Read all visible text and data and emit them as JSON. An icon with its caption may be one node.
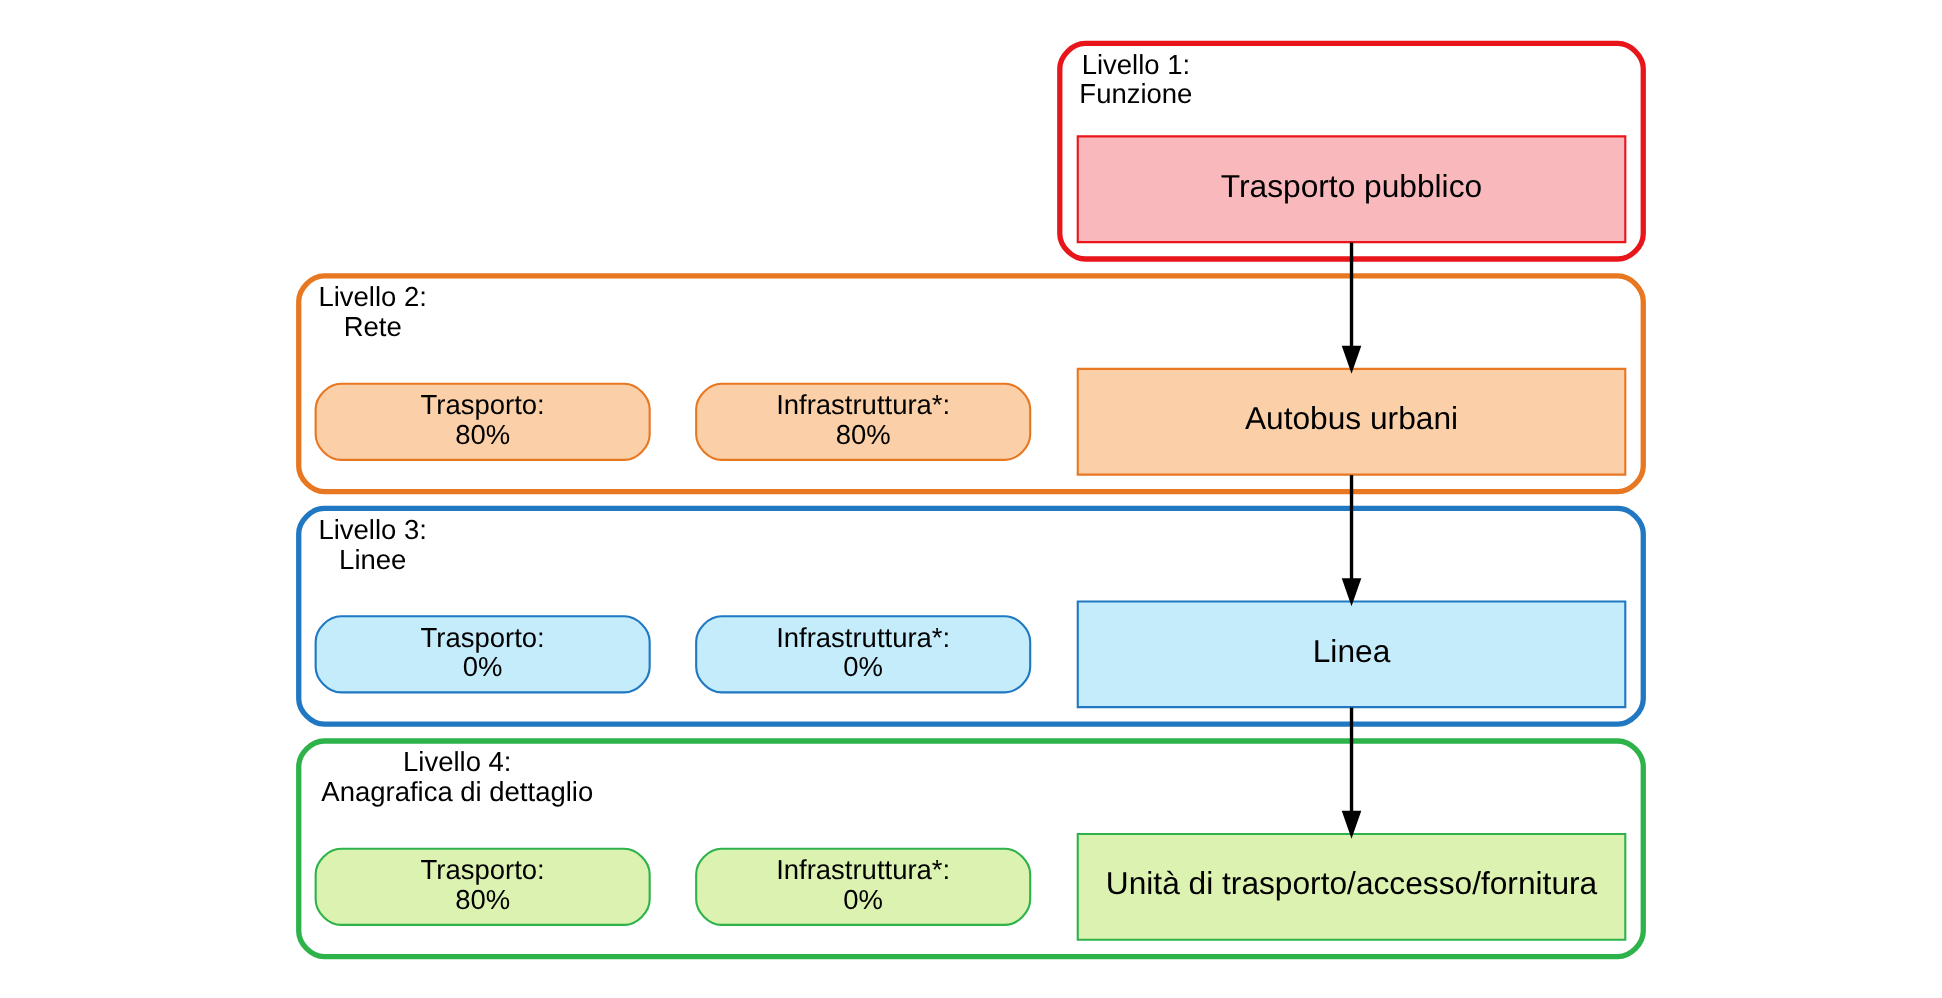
{
  "diagram": {
    "nodes": [
      {
        "text": [
          "Livello 1:",
          "Funzione"
        ]
      },
      {
        "text": [
          "Trasporto pubblico"
        ],
        "in": 0
      },
      {
        "text": [
          "Livello 2:",
          "Rete"
        ]
      },
      {
        "text": [
          "Autobus urbani"
        ],
        "in": 2
      },
      {
        "text": [
          "Infrastruttura*:",
          "80%"
        ],
        "in": 2
      },
      {
        "text": [
          "Trasporto:",
          "80%"
        ],
        "in": 2
      },
      {
        "text": [
          "Livello 3:",
          "Linee"
        ]
      },
      {
        "text": [
          "Linea"
        ],
        "in": 6
      },
      {
        "text": [
          "Infrastruttura*:",
          "0%"
        ],
        "in": 6
      },
      {
        "text": [
          "Trasporto:",
          "0%"
        ],
        "in": 6
      },
      {
        "text": [
          "Livello 4:",
          "Anagrafica di dettaglio"
        ]
      },
      {
        "text": [
          "Unità di trasporto/accesso/fornitura"
        ],
        "in": 10
      },
      {
        "text": [
          "Infrastruttura*:",
          "0%"
        ],
        "in": 10
      },
      {
        "text": [
          "Trasporto:",
          "80%"
        ],
        "in": 10
      }
    ],
    "edges": [
      {
        "from": 1,
        "to": 3,
        "arrow": "to"
      },
      {
        "from": 3,
        "to": 7,
        "arrow": "to"
      },
      {
        "from": 7,
        "to": 11,
        "arrow": "to"
      }
    ]
  }
}
